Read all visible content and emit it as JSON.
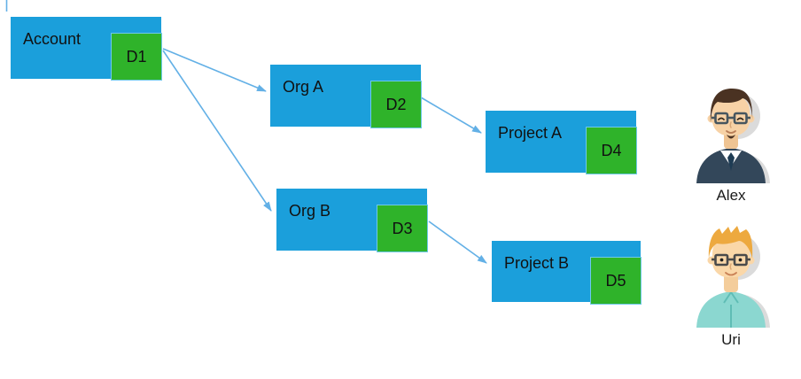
{
  "diagram": {
    "nodes": [
      {
        "label": "Account",
        "badge": "D1"
      },
      {
        "label": "Org A",
        "badge": "D2"
      },
      {
        "label": "Project A",
        "badge": "D4"
      },
      {
        "label": "Org B",
        "badge": "D3"
      },
      {
        "label": "Project B",
        "badge": "D5"
      }
    ],
    "edges": [
      {
        "from": "D1",
        "to": "Org A"
      },
      {
        "from": "D1",
        "to": "Org B"
      },
      {
        "from": "D2",
        "to": "Project A"
      },
      {
        "from": "D3",
        "to": "Project B"
      }
    ],
    "colors": {
      "node_fill": "#1B9FDB",
      "badge_fill": "#2FB32A",
      "badge_border": "#6FC8EA",
      "arrow": "#63B0E6",
      "text": "#111111"
    }
  },
  "people": [
    {
      "name": "Alex"
    },
    {
      "name": "Uri"
    }
  ]
}
